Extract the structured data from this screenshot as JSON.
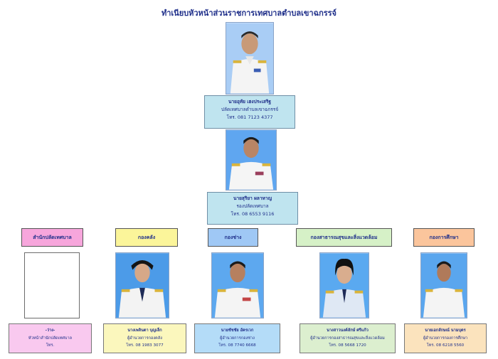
{
  "title": "ทำเนียบหัวหน้าส่วนราชการเทศบาลตำบลเขาฉกรรจ์",
  "top": [
    {
      "name": "นายอุทัย  เฮงประเสริฐ",
      "position": "ปลัดเทศบาลตำบลเขาฉกรรจ์",
      "phone": "โทร. 081 7123 4377"
    },
    {
      "name": "นายสุริยา  ผลาหาญ",
      "position": "รองปลัดเทศบาล",
      "phone": "โทร. 08 6553 9116"
    }
  ],
  "departments": [
    {
      "label": "สำนักปลัดเทศบาล",
      "name": "-ว่าง-",
      "position": "หัวหน้าสำนักปลัดเทศบาล",
      "phone": "โทร.",
      "color": "#f7a6dc",
      "card_color": "#f9c9ef"
    },
    {
      "label": "กองคลัง",
      "name": "นางเพลินตา  บุญเล็ก",
      "position": "ผู้อำนวยการกองคลัง",
      "phone": "โทร. 08 1983 3077",
      "color": "#fbf59a",
      "card_color": "#fbf7bd"
    },
    {
      "label": "กองช่าง",
      "name": "นายชัชชัย  อัครเวก",
      "position": "ผู้อำนวยการกองช่าง",
      "phone": "โทร. 08 7740 6668",
      "color": "#9fc8f5",
      "card_color": "#b4dcf8"
    },
    {
      "label": "กองสาธารณสุขและสิ่งแวดล้อม",
      "name": "นางสาวนงค์ลักษ์  ศรีแก้ว",
      "position": "ผู้อำนวยการกองสาธารณสุขและสิ่งแวดล้อม",
      "phone": "โทร. 08 5668 1720",
      "color": "#d6f1c7",
      "card_color": "#dcefcf"
    },
    {
      "label": "กองการศึกษา",
      "name": "นายเอกลักษณ์  นามบุตร",
      "position": "ผู้อำนวยการกองการศึกษา",
      "phone": "โทร. 08 6218 5560",
      "color": "#fbc59c",
      "card_color": "#fbe3bd"
    }
  ]
}
